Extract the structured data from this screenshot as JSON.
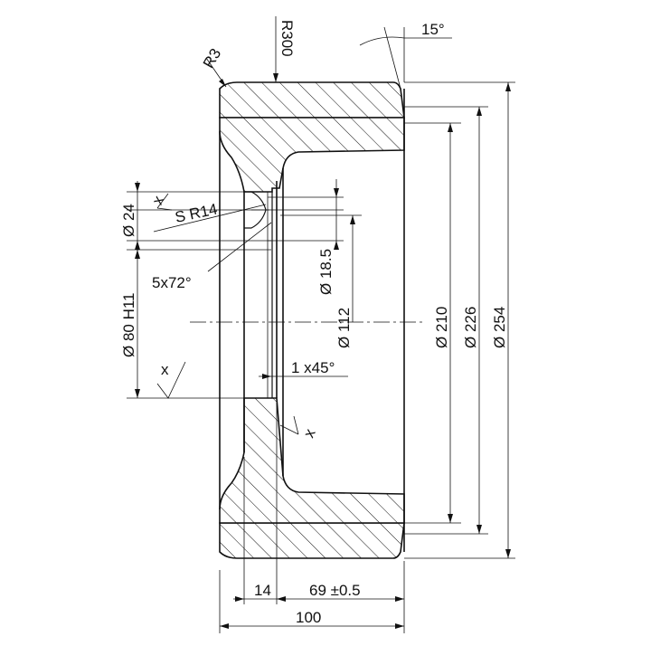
{
  "drawing": {
    "labels": {
      "r3": "R3",
      "r300": "R300",
      "angle15": "15°",
      "d24": "Ø 24",
      "sr14": "S R14",
      "x_top": "x",
      "d185": "Ø 18.5",
      "holes": "5x72°",
      "d80": "Ø 80 H11",
      "d112": "Ø 112",
      "d210": "Ø 210",
      "d226": "Ø 226",
      "d254": "Ø 254",
      "x_left": "x",
      "chamfer": "1 x45°",
      "x_right": "x",
      "w14": "14",
      "w69": "69 ±0.5",
      "w100": "100"
    }
  }
}
